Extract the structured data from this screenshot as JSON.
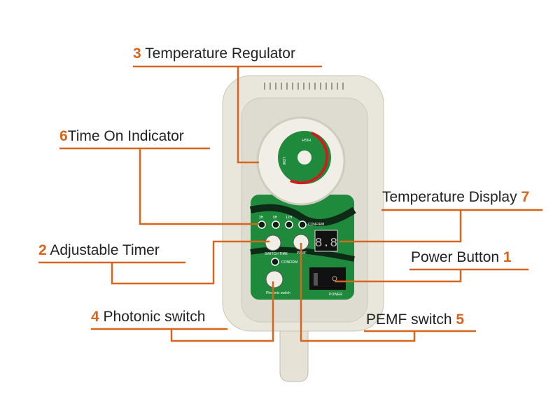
{
  "callouts": [
    {
      "num": "3",
      "text": "Temperature Regulator"
    },
    {
      "num": "6",
      "text": "Time On Indicator"
    },
    {
      "num": "7",
      "text": "Temperature Display"
    },
    {
      "num": "2",
      "text": "Adjustable Timer"
    },
    {
      "num": "1",
      "text": "Power Button"
    },
    {
      "num": "4",
      "text": "Photonic switch"
    },
    {
      "num": "5",
      "text": "PEMF switch"
    }
  ],
  "device": {
    "knob_high": "HIGH",
    "knob_low": "LOW",
    "timer_labels": [
      "3H",
      "6H",
      "12H",
      "CONFIRM"
    ],
    "switch_time": "SWITCH TIME",
    "pemf": "PEMF",
    "confirm": "CONFIRM",
    "photonic": "Photonic switch",
    "power": "POWER",
    "display": "8.8"
  },
  "colors": {
    "accent": "#d9641c",
    "panel": "#1f8a3c"
  }
}
